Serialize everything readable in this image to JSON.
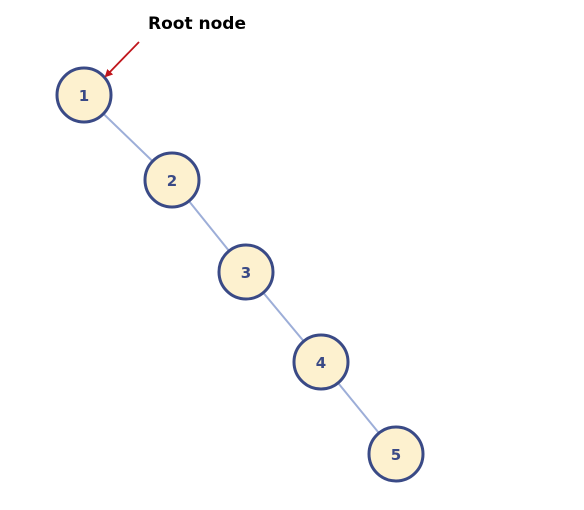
{
  "annotation": {
    "text": "Root node",
    "arrow_color": "#c0161c"
  },
  "colors": {
    "node_fill": "#fdf1cf",
    "node_stroke": "#3a4a86",
    "edge": "#9daed8",
    "label": "#3a4a86"
  },
  "nodes": [
    {
      "label": "1"
    },
    {
      "label": "2"
    },
    {
      "label": "3"
    },
    {
      "label": "4"
    },
    {
      "label": "5"
    }
  ],
  "edges": [
    {
      "from": "1",
      "to": "2"
    },
    {
      "from": "2",
      "to": "3"
    },
    {
      "from": "3",
      "to": "4"
    },
    {
      "from": "4",
      "to": "5"
    }
  ]
}
